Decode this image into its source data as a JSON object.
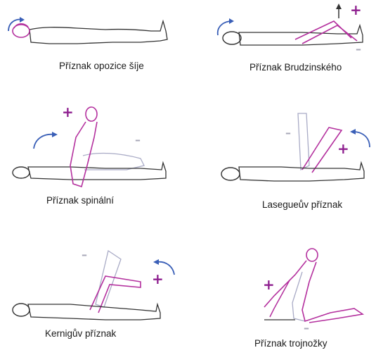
{
  "colors": {
    "outline": "#333333",
    "flexed": "#b4309e",
    "rest": "#a9abc6",
    "arrow": "#3a5fb7",
    "plus": "#8e1f8f",
    "minus": "#a8a8b8"
  },
  "signs": {
    "plus": "+",
    "minus": "–"
  },
  "panels": [
    {
      "id": "neck",
      "caption": "Příznak opozice šíje",
      "icons": [
        "curved-arrow-icon"
      ]
    },
    {
      "id": "brudzinski",
      "caption": "Příznak Brudzinského",
      "icons": [
        "curved-arrow-icon",
        "up-arrow-icon"
      ]
    },
    {
      "id": "spinal",
      "caption": "Příznak spinální",
      "icons": [
        "curved-arrow-icon"
      ]
    },
    {
      "id": "lasegue",
      "caption": "Lasegueův příznak",
      "icons": [
        "curved-arrow-icon"
      ]
    },
    {
      "id": "kernig",
      "caption": "Kernigův příznak",
      "icons": [
        "curved-arrow-icon"
      ]
    },
    {
      "id": "tripod",
      "caption": "Příznak trojnožky",
      "icons": []
    }
  ]
}
